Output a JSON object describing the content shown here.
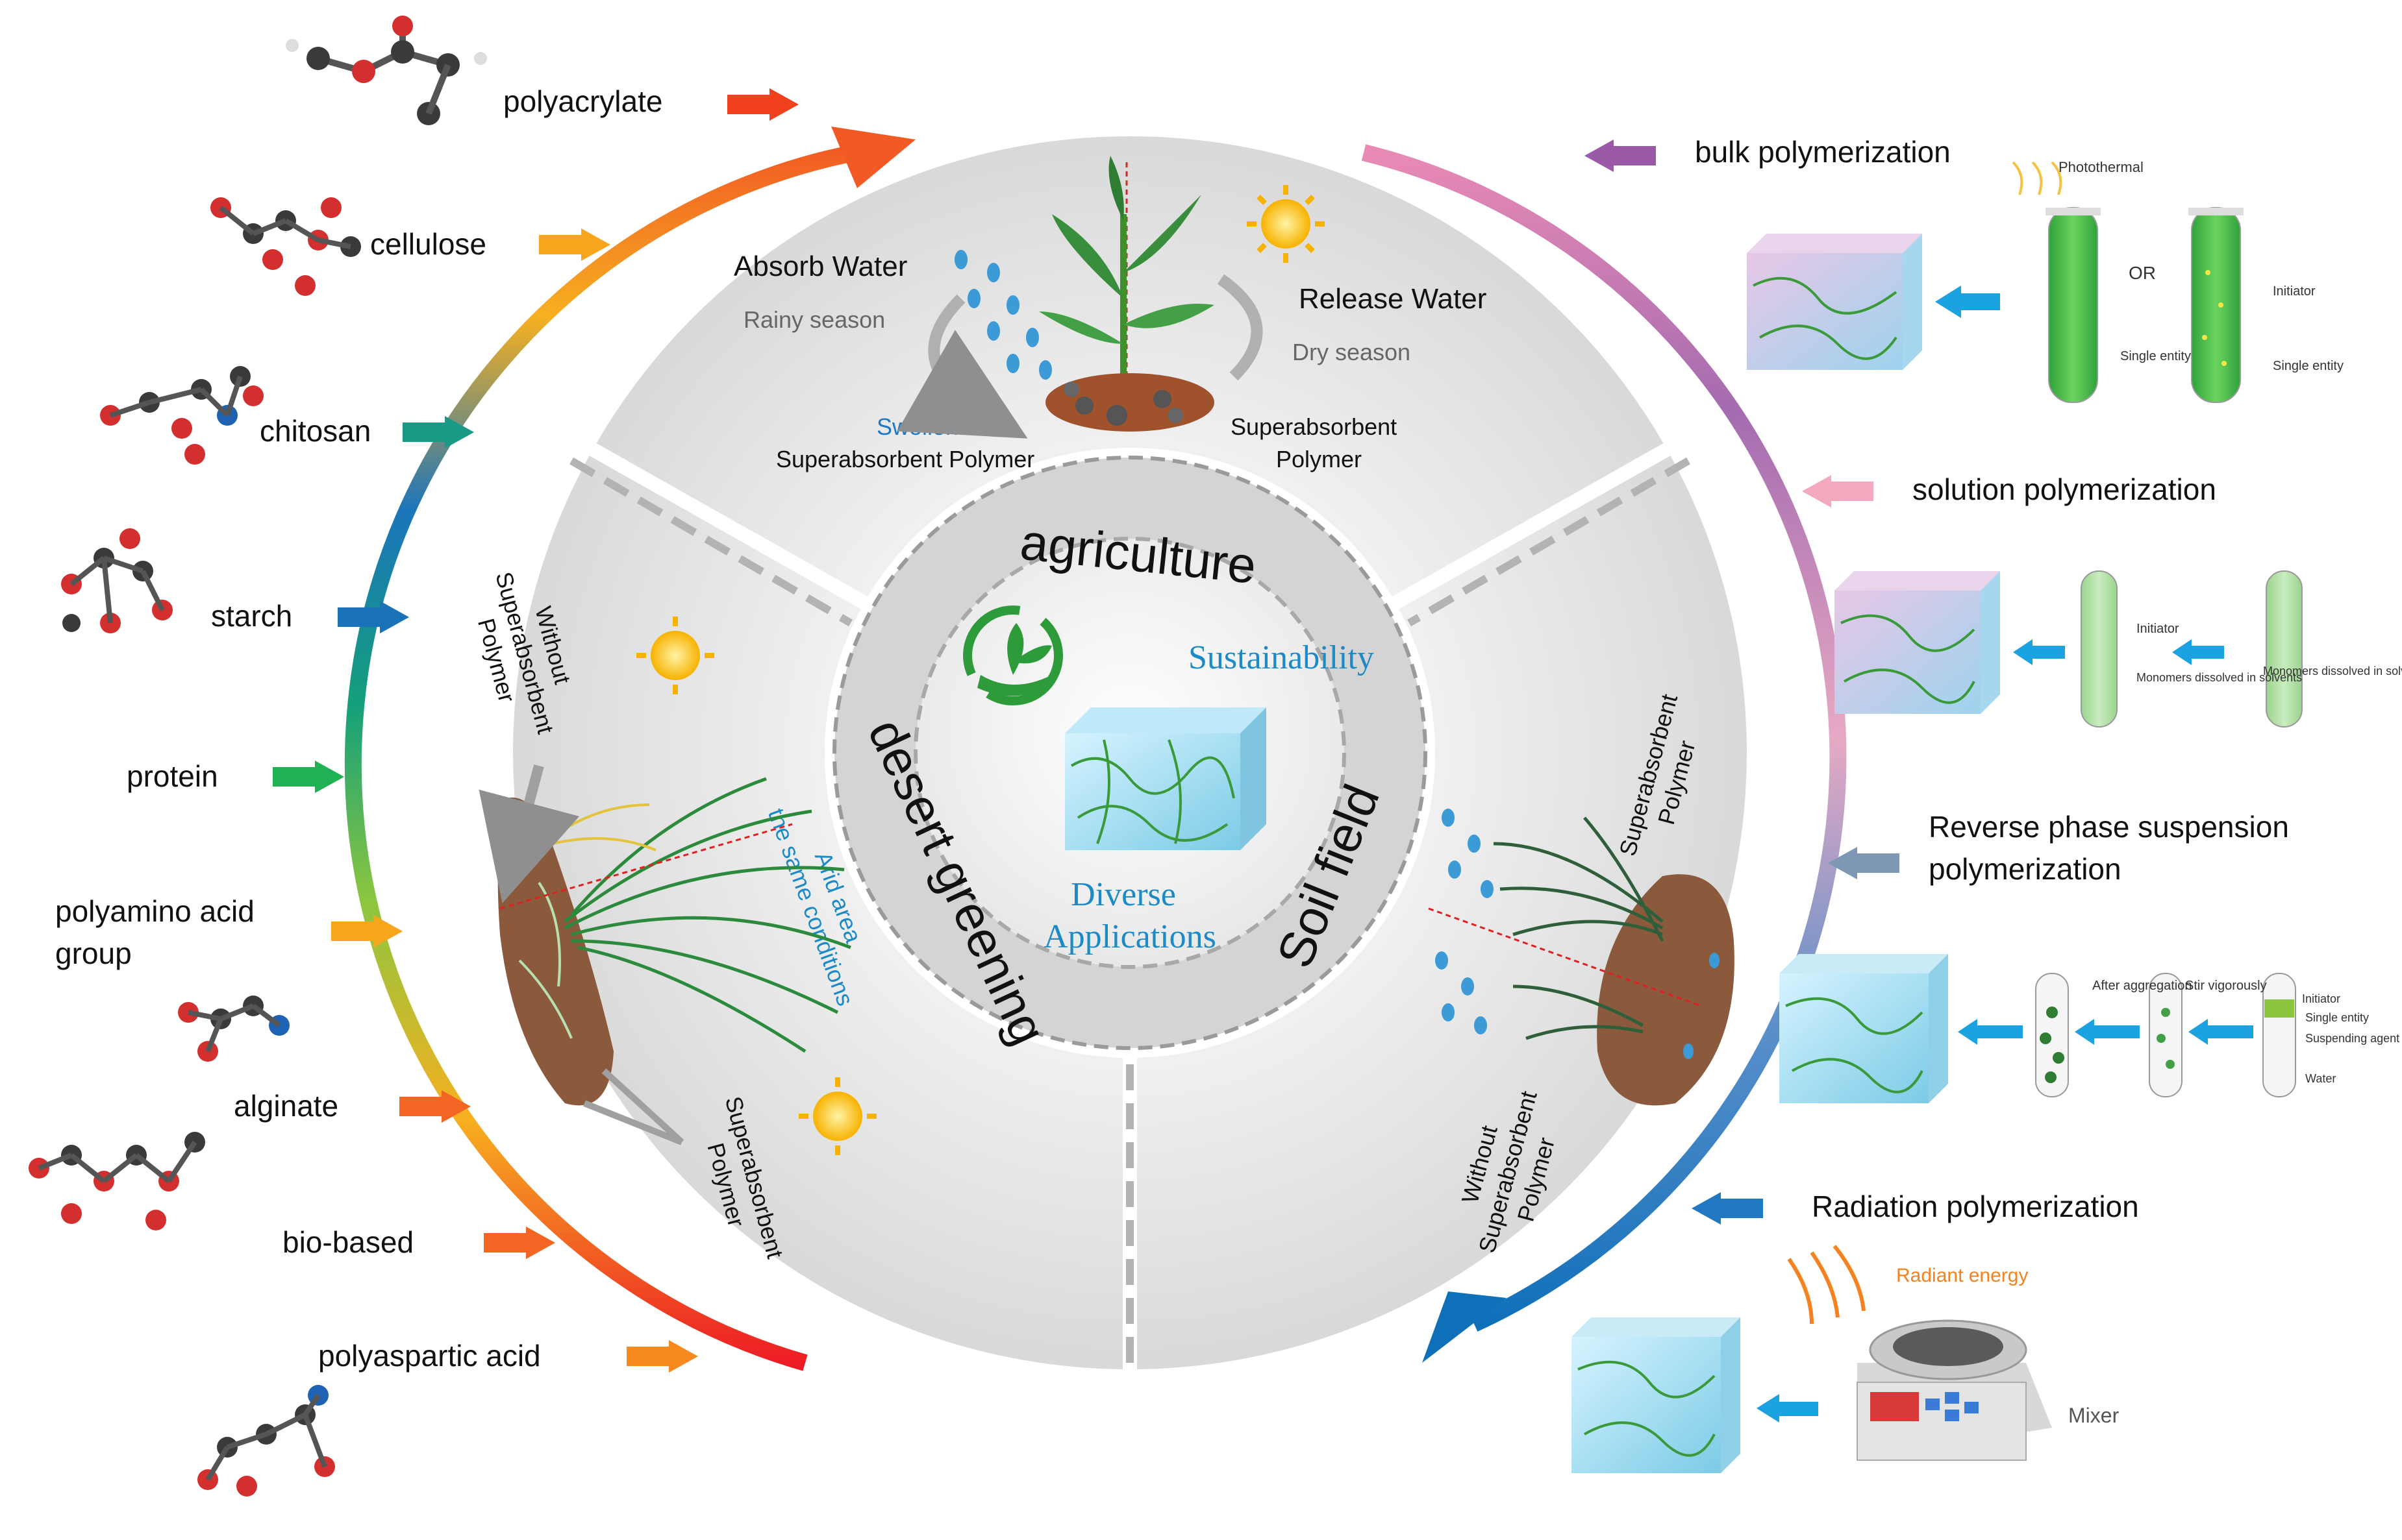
{
  "center": {
    "sustainability": "Sustainability",
    "diverse_line1": "Diverse",
    "diverse_line2": "Applications"
  },
  "ring_labels": {
    "agriculture": "agriculture",
    "desert_greening": "desert greening",
    "soil_field": "Soil field"
  },
  "agriculture_panel": {
    "absorb_water": "Absorb Water",
    "rainy_season": "Rainy season",
    "release_water": "Release Water",
    "dry_season": "Dry season",
    "swollen": "Swollen",
    "swollen_polymer": "Superabsorbent Polymer",
    "sap_line1": "Superabsorbent",
    "sap_line2": "Polymer"
  },
  "desert_panel": {
    "without_line1": "Without",
    "without_line2": "Superabsorbent",
    "without_line3": "Polymer",
    "arid_line1": "Arid area",
    "arid_line2": "the same conditions",
    "sap_line1": "Superabsorbent",
    "sap_line2": "Polymer"
  },
  "soil_panel": {
    "sap_line1": "Superabsorbent",
    "sap_line2": "Polymer",
    "without_line1": "Without",
    "without_line2": "Superabsorbent",
    "without_line3": "Polymer"
  },
  "materials": [
    {
      "label": "polyacrylate",
      "color": "#f0401c"
    },
    {
      "label": "cellulose",
      "color": "#f7a51c"
    },
    {
      "label": "chitosan",
      "color": "#1a9a86"
    },
    {
      "label": "starch",
      "color": "#1a72b8"
    },
    {
      "label": "protein",
      "color": "#20b155"
    },
    {
      "label_line1": "polyamino acid",
      "label_line2": "group",
      "color": "#f7a51c"
    },
    {
      "label": "alginate",
      "color": "#f26522"
    },
    {
      "label": "bio-based",
      "color": "#f26522"
    },
    {
      "label": "polyaspartic acid",
      "color": "#f78a1e"
    }
  ],
  "methods": {
    "bulk": {
      "title": "bulk polymerization",
      "photothermal": "Photothermal",
      "or": "OR",
      "single_entity": "Single entity",
      "initiator": "Initiator",
      "arrow_color": "#9b5aa8"
    },
    "solution": {
      "title": "solution polymerization",
      "initiator": "Initiator",
      "monomers": "Monomers dissolved in solvents",
      "arrow_color": "#f2a9bd"
    },
    "reverse": {
      "title_line1": "Reverse phase suspension",
      "title_line2": "polymerization",
      "after_aggregation": "After aggregation",
      "stir_vigorously": "Stir vigorously",
      "initiator": "Initiator",
      "single_entity": "Single entity",
      "suspending_agent": "Suspending agent",
      "water": "Water",
      "arrow_color": "#7d97b5"
    },
    "radiation": {
      "title": "Radiation polymerization",
      "radiant_energy": "Radiant energy",
      "mixer": "Mixer",
      "arrow_color": "#1f78c1"
    }
  }
}
